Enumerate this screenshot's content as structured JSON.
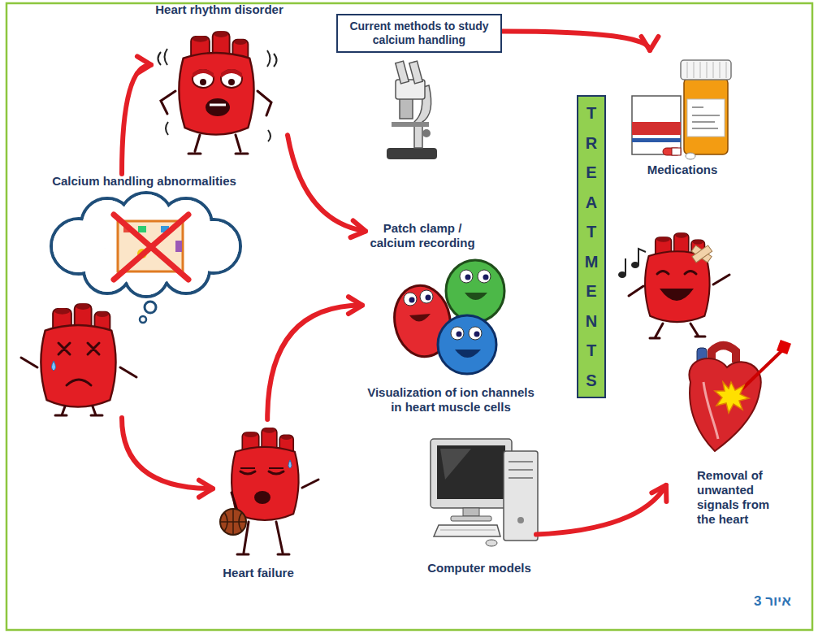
{
  "diagram": {
    "nodes": [
      {
        "text": [
          "Heart rhythm disorder"
        ]
      },
      {
        "text": [
          "Current methods to study calcium handling"
        ]
      },
      {
        "text": [
          "Calcium handling abnormalities"
        ]
      },
      {
        "text": [
          "Patch clamp / calcium recording"
        ]
      },
      {
        "text": [
          "TREATMENTS"
        ]
      },
      {
        "text": [
          "Medications"
        ]
      },
      {
        "text": [
          "Visualization of ion channels in heart muscle cells"
        ]
      },
      {
        "text": [
          "Heart failure"
        ]
      },
      {
        "text": [
          "Computer models"
        ]
      },
      {
        "text": [
          "Removal of unwanted signals from the heart"
        ]
      }
    ],
    "edges": [
      {
        "from": 2,
        "to": 0,
        "arrow": "to"
      },
      {
        "from": 2,
        "to": 7,
        "arrow": "to"
      },
      {
        "from": 0,
        "to": 3,
        "arrow": "to"
      },
      {
        "from": 7,
        "to": 6,
        "arrow": "to"
      },
      {
        "from": 1,
        "to": 5,
        "arrow": "to"
      },
      {
        "from": 8,
        "to": 9,
        "arrow": "to"
      }
    ],
    "labels": [
      "איור 3"
    ]
  }
}
